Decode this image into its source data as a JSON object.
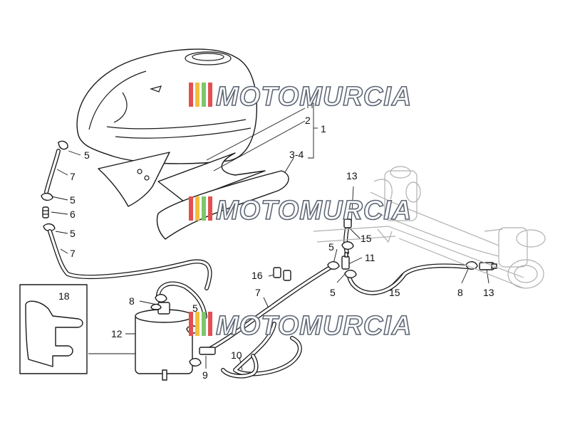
{
  "watermark": {
    "brand": "MOTOMURCIA",
    "stripe_colors": [
      "#e35050",
      "#f0c040",
      "#7cc76b"
    ],
    "outline_color": "#5f6775"
  },
  "labels": {
    "l1": "1",
    "l2": "2",
    "l3_4": "3-4",
    "l5a": "5",
    "l5b": "5",
    "l5c": "5",
    "l5d": "5",
    "l5e": "5",
    "l5f": "5",
    "l6": "6",
    "l7a": "7",
    "l7b": "7",
    "l7c": "7",
    "l8a": "8",
    "l8b": "8",
    "l9": "9",
    "l10": "10",
    "l11": "11",
    "l12": "12",
    "l13a": "13",
    "l13b": "13",
    "l15a": "15",
    "l15b": "15",
    "l16": "16",
    "l18": "18"
  }
}
